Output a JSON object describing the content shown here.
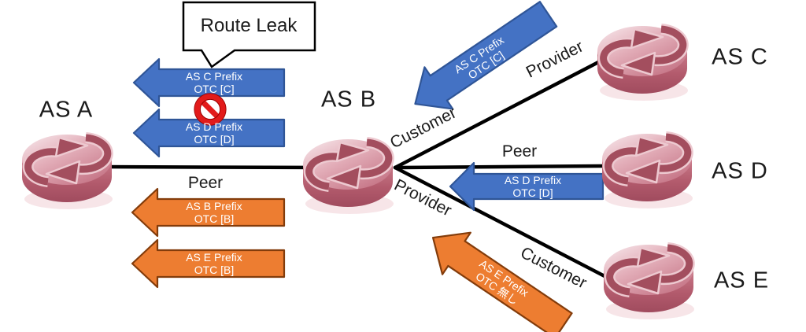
{
  "callout": {
    "label": "Route Leak"
  },
  "nodes": [
    {
      "label": "AS A"
    },
    {
      "label": "AS B"
    },
    {
      "label": "AS C"
    },
    {
      "label": "AS D"
    },
    {
      "label": "AS E"
    }
  ],
  "link_labels": {
    "a_b_peer": "Peer",
    "b_c_customer": "Customer",
    "b_c_provider": "Provider",
    "b_d_peer": "Peer",
    "b_e_provider": "Provider",
    "b_e_customer": "Customer"
  },
  "announcements": {
    "b_to_a_c_prefix": {
      "line1": "AS C Prefix",
      "line2": "OTC [C]"
    },
    "b_to_a_d_prefix": {
      "line1": "AS D Prefix",
      "line2": "OTC [D]"
    },
    "b_to_a_b_prefix": {
      "line1": "AS B Prefix",
      "line2": "OTC [B]"
    },
    "b_to_a_e_prefix": {
      "line1": "AS E Prefix",
      "line2": "OTC [B]"
    },
    "c_to_b_c_prefix": {
      "line1": "AS C Prefix",
      "line2": "OTC [C]"
    },
    "d_to_b_d_prefix": {
      "line1": "AS D Prefix",
      "line2": "OTC [D]"
    },
    "e_to_b_e_prefix": {
      "line1": "AS E Prefix",
      "line2": "OTC 無し"
    }
  },
  "icons": {
    "prohibited": "no-entry-sign",
    "router": "cisco-router"
  },
  "colors": {
    "announcement_blue": "#4472C4",
    "announcement_blue_border": "#2F5597",
    "announcement_orange": "#ED7D31",
    "announcement_orange_border": "#833C0B",
    "prohibited_red": "#E01616",
    "router_pink": "#C4707F",
    "link_black": "#000000"
  }
}
